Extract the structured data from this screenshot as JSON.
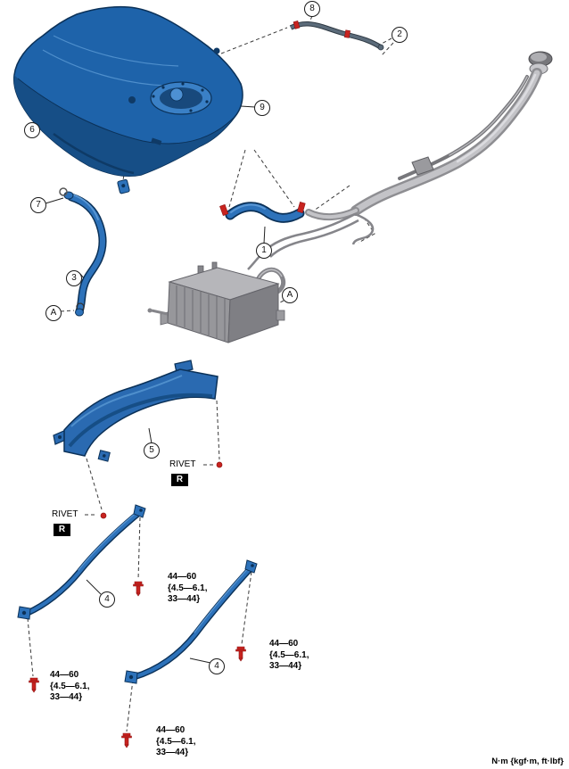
{
  "callouts": {
    "n1": "1",
    "n2": "2",
    "n3": "3",
    "n4": "4",
    "n5": "5",
    "n6": "6",
    "n7": "7",
    "n8": "8",
    "n9": "9",
    "a": "A"
  },
  "rivet": {
    "label": "RIVET",
    "symbol": "R"
  },
  "torque_spec": {
    "line1": "44—60",
    "line2": "{4.5—6.1,",
    "line3": "33—44}"
  },
  "footer": {
    "units_note": "N·m {kgf·m, ft·lbf}"
  },
  "colors": {
    "part_blue": "#1e63aa",
    "part_blue_dark": "#164e86",
    "part_blue_light": "#4f8fcc",
    "outline_blue": "#0b3158",
    "metal_gray": "#a9a9ad",
    "fastener_red": "#c8231f"
  }
}
